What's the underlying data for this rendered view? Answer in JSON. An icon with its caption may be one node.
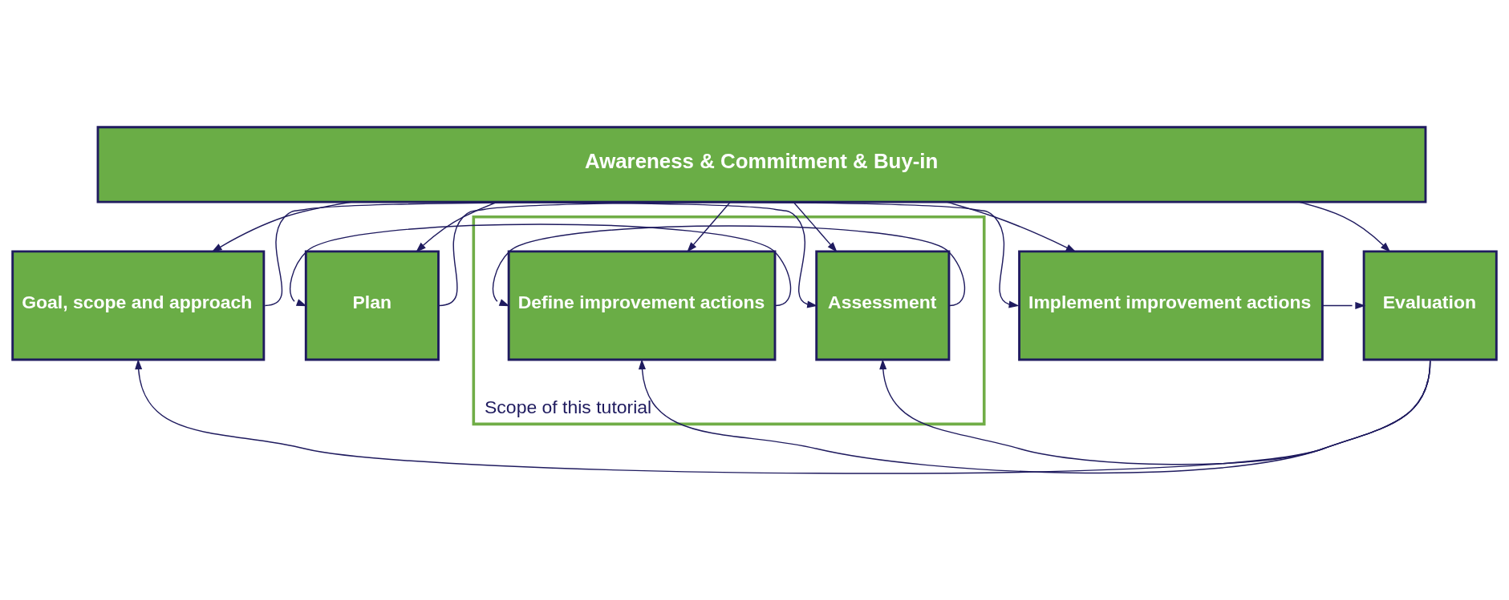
{
  "diagram": {
    "nodes": [
      {
        "text": [
          "Awareness & Commitment & Buy-in"
        ]
      },
      {
        "text": [
          "Goal, scope and approach"
        ]
      },
      {
        "text": [
          "Scope of this tutorial"
        ]
      },
      {
        "text": [
          "Assessment"
        ],
        "in": 2
      },
      {
        "text": [
          "Define improvement actions"
        ],
        "in": 2
      },
      {
        "text": [
          "Plan"
        ]
      },
      {
        "text": [
          "Implement improvement actions"
        ]
      },
      {
        "text": [
          "Evaluation"
        ]
      }
    ],
    "edges": [
      {
        "from": 0,
        "to": 1,
        "arrow": "to"
      },
      {
        "from": 0,
        "to": 3,
        "arrow": "to"
      },
      {
        "from": 0,
        "to": 4,
        "arrow": "to"
      },
      {
        "from": 0,
        "to": 5,
        "arrow": "to"
      },
      {
        "from": 0,
        "to": 6,
        "arrow": "to"
      },
      {
        "from": 0,
        "to": 7,
        "arrow": "to"
      },
      {
        "from": 1,
        "to": 3,
        "arrow": "to"
      },
      {
        "from": 3,
        "to": 4,
        "arrow": "to"
      },
      {
        "from": 4,
        "to": 5,
        "arrow": "to"
      },
      {
        "from": 5,
        "to": 6,
        "arrow": "to"
      },
      {
        "from": 6,
        "to": 7,
        "arrow": "to"
      },
      {
        "from": 7,
        "to": 1,
        "arrow": "to"
      },
      {
        "from": 7,
        "to": 3,
        "arrow": "to"
      },
      {
        "from": 7,
        "to": 4,
        "arrow": "to"
      }
    ]
  }
}
